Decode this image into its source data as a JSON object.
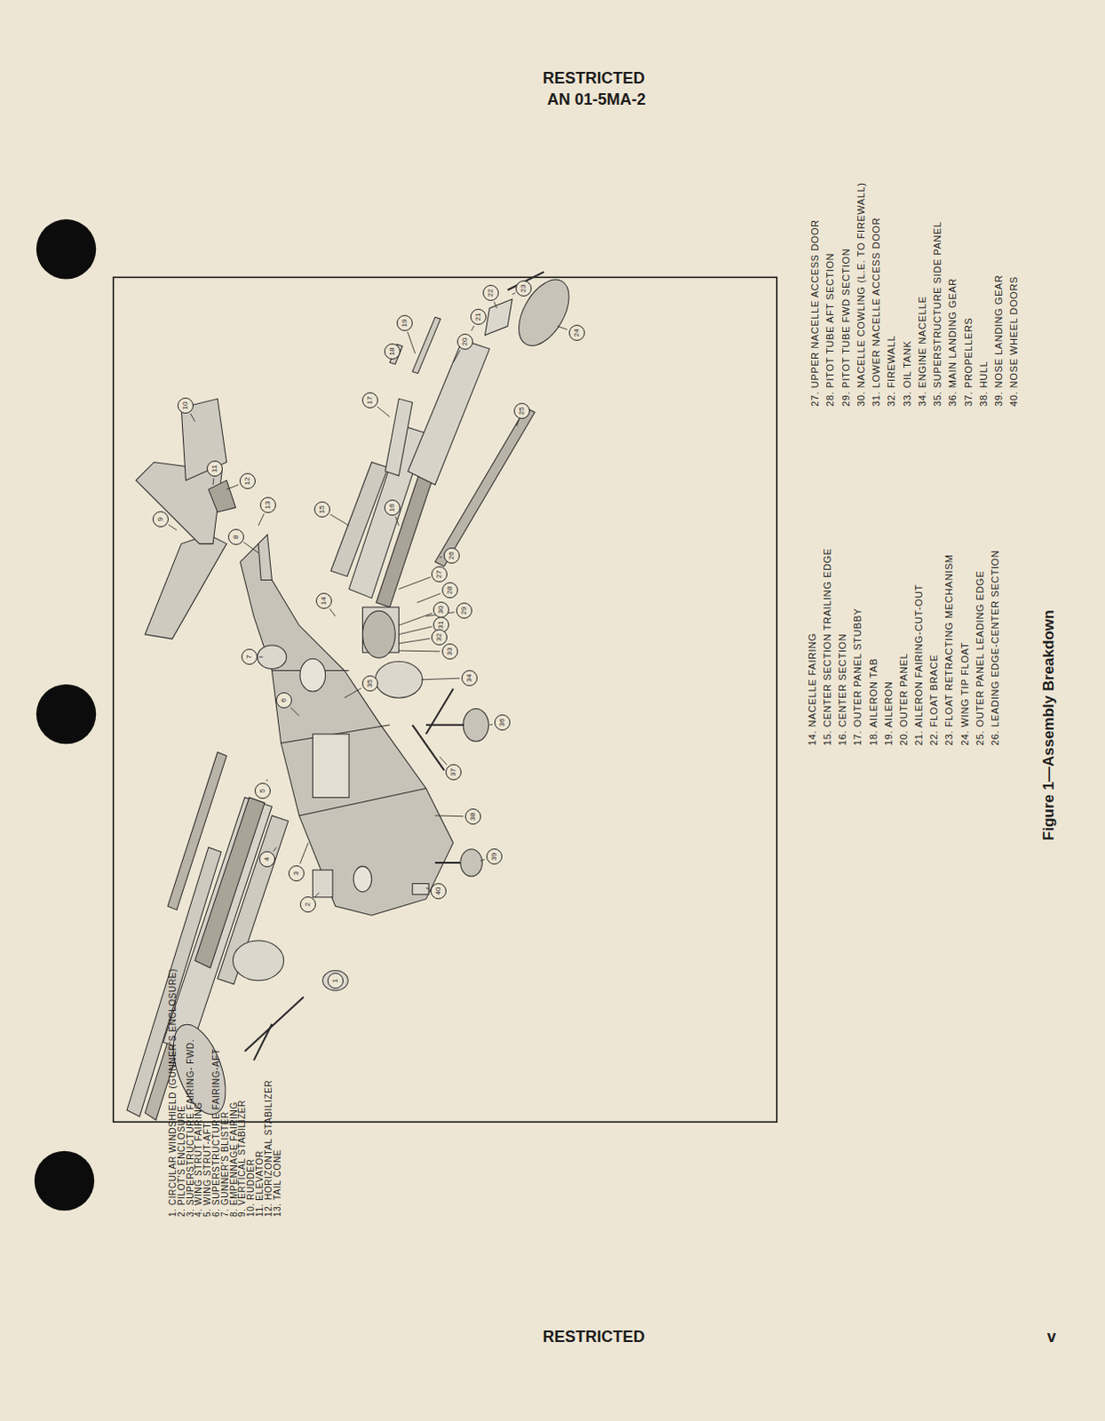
{
  "diagram": {
    "caption": "Figure 1—Assembly Breakdown",
    "nodes": [
      {
        "text": [
          "1"
        ]
      },
      {
        "text": [
          "2"
        ]
      },
      {
        "text": [
          "3"
        ]
      },
      {
        "text": [
          "4"
        ]
      },
      {
        "text": [
          "5"
        ]
      },
      {
        "text": [
          "6"
        ]
      },
      {
        "text": [
          "7"
        ]
      },
      {
        "text": [
          "8"
        ]
      },
      {
        "text": [
          "9"
        ]
      },
      {
        "text": [
          "10"
        ]
      },
      {
        "text": [
          "11"
        ]
      },
      {
        "text": [
          "12"
        ]
      },
      {
        "text": [
          "13"
        ]
      },
      {
        "text": [
          "14"
        ]
      },
      {
        "text": [
          "15"
        ]
      },
      {
        "text": [
          "16"
        ]
      },
      {
        "text": [
          "17"
        ]
      },
      {
        "text": [
          "18"
        ]
      },
      {
        "text": [
          "19"
        ]
      },
      {
        "text": [
          "20"
        ]
      },
      {
        "text": [
          "21"
        ]
      },
      {
        "text": [
          "22"
        ]
      },
      {
        "text": [
          "23"
        ]
      },
      {
        "text": [
          "24"
        ]
      },
      {
        "text": [
          "25"
        ]
      },
      {
        "text": [
          "26"
        ]
      },
      {
        "text": [
          "27"
        ]
      },
      {
        "text": [
          "28"
        ]
      },
      {
        "text": [
          "29"
        ]
      },
      {
        "text": [
          "30"
        ]
      },
      {
        "text": [
          "31"
        ]
      },
      {
        "text": [
          "32"
        ]
      },
      {
        "text": [
          "33"
        ]
      },
      {
        "text": [
          "34"
        ]
      },
      {
        "text": [
          "35"
        ]
      },
      {
        "text": [
          "36"
        ]
      },
      {
        "text": [
          "37"
        ]
      },
      {
        "text": [
          "38"
        ]
      },
      {
        "text": [
          "39"
        ]
      },
      {
        "text": [
          "40"
        ]
      }
    ],
    "labels": [
      "RESTRICTED",
      "AN 01-5MA-2",
      "1. CIRCULAR WINDSHIELD (GUNNER'S ENCLOSURE)",
      "2. PILOT'S ENCLOSURE",
      "3. SUPERSTRUCTURE FAIRING- FWD.",
      "4. WING STRUT FAIRING",
      "5. WING STRUT-AFT",
      "6. SUPERSTRUCTURE FAIRING-AFT",
      "7. GUNNER'S BLISTER",
      "8. EMPENNAGE FAIRING",
      "9. VERTICAL STABILIZER",
      "10. RUDDER",
      "11. ELEVATOR",
      "12. HORIZONTAL STABILIZER",
      "13. TAIL CONE",
      "14. NACELLE FAIRING",
      "15. CENTER SECTION TRAILING EDGE",
      "16. CENTER SECTION",
      "17. OUTER PANEL STUBBY",
      "18. AILERON TAB",
      "19. AILERON",
      "20. OUTER PANEL",
      "21. AILERON FAIRING-CUT-OUT",
      "22. FLOAT BRACE",
      "23. FLOAT RETRACTING MECHANISM",
      "24. WING TIP FLOAT",
      "25. OUTER PANEL LEADING EDGE",
      "26. LEADING EDGE-CENTER SECTION",
      "27. UPPER NACELLE ACCESS DOOR",
      "28. PITOT TUBE AFT SECTION",
      "29. PITOT TUBE FWD SECTION",
      "30. NACELLE COWLING (L.E. TO FIREWALL)",
      "31. LOWER NACELLE ACCESS DOOR",
      "32. FIREWALL",
      "33. OIL TANK",
      "34. ENGINE NACELLE",
      "35. SUPERSTRUCTURE SIDE PANEL",
      "36. MAIN LANDING GEAR",
      "37. PROPELLERS",
      "38. HULL",
      "39. NOSE LANDING GEAR",
      "40. NOSE WHEEL DOORS",
      "RESTRICTED",
      "v"
    ]
  }
}
